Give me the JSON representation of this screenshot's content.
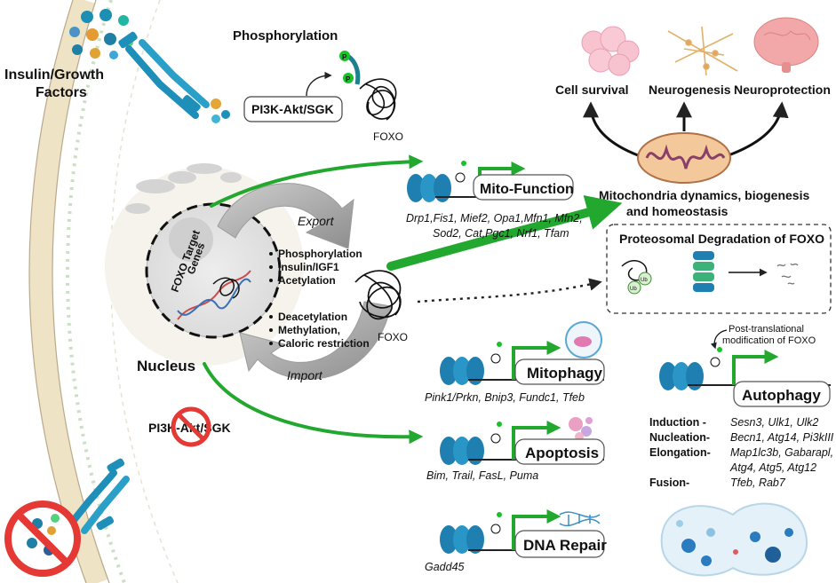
{
  "colors": {
    "arrow_green": "#22a82e",
    "nucleus_text": "#2f6f8f",
    "insulin_text": "#3a6f8c",
    "receptor": "#1e8fb8",
    "membrane": "#efe7d4",
    "prohibit": "#e53935",
    "phospho": "#19c22a"
  },
  "top": {
    "insulin_label_1": "Insulin/Growth",
    "insulin_label_2": "Factors",
    "phosphorylation": "Phosphorylation",
    "p_badge": "P",
    "kinase_box": "PI3K-Akt/SGK",
    "foxo_label": "FOXO"
  },
  "outcomes": {
    "cell_survival": "Cell survival",
    "neurogenesis": "Neurogenesis",
    "neuroprotection": "Neuroprotection",
    "mito_caption_1": "Mitochondria dynamics, biogenesis",
    "mito_caption_2": "and homeostasis"
  },
  "mito_function": {
    "label": "Mito-Function",
    "genes_1": "Drp1,Fis1, Mief2, Opa1,Mfn1, Mfn2,",
    "genes_2": "Sod2, Cat,Pgc1, Nrf1, Tfam"
  },
  "proteasome": {
    "title": "Proteosomal Degradation of FOXO",
    "ub": "Ub"
  },
  "nucleus": {
    "target_genes_1": "FOXO Target",
    "target_genes_2": "Genes",
    "label": "Nucleus",
    "export": "Export",
    "import": "Import",
    "export_factors": [
      "Phosphorylation",
      "Insulin/IGF1",
      "Acetylation"
    ],
    "import_factors": [
      "Deacetylation",
      "Methylation,",
      "Caloric restriction"
    ],
    "foxo_label": "FOXO"
  },
  "bottom_left": {
    "kinase_inhibited": "PI3K-Akt/SGK"
  },
  "mitophagy": {
    "label": "Mitophagy",
    "genes": "Pink1/Prkn, Bnip3, Fundc1, Tfeb"
  },
  "apoptosis": {
    "label": "Apoptosis",
    "genes": "Bim, Trail, FasL, Puma"
  },
  "dna_repair": {
    "label": "DNA Repair",
    "genes": "Gadd45"
  },
  "autophagy": {
    "ptm_1": "Post-translational",
    "ptm_2": "modification of FOXO",
    "label": "Autophagy",
    "rows": [
      {
        "stage": "Induction -",
        "genes": "Sesn3, Ulk1, Ulk2"
      },
      {
        "stage": "Nucleation-",
        "genes": "Becn1, Atg14, Pi3kIII"
      },
      {
        "stage": "Elongation-",
        "genes": "Map1lc3b, Gabarapl,"
      },
      {
        "stage": "",
        "genes": "Atg4, Atg5, Atg12"
      },
      {
        "stage": "Fusion-",
        "genes": "Tfeb, Rab7"
      }
    ]
  }
}
